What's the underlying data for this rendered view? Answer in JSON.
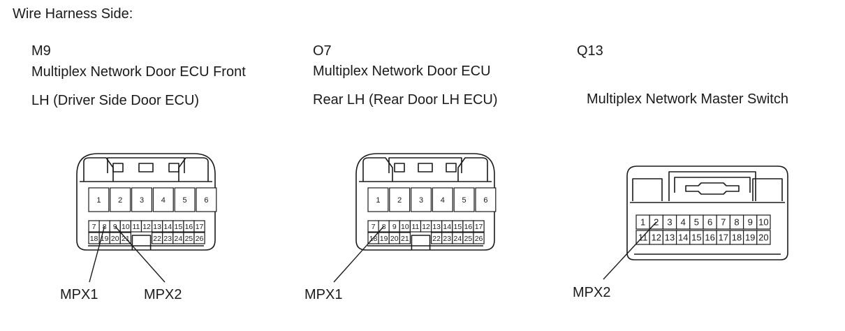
{
  "header": {
    "title": "Wire Harness Side:"
  },
  "connectors": [
    {
      "code": "M9",
      "name_line1": "Multiplex Network Door ECU Front",
      "name_line2": "LH (Driver Side Door ECU)",
      "pins_top": [
        "1",
        "2",
        "3",
        "4",
        "5",
        "6"
      ],
      "pins_mid": [
        "7",
        "8",
        "9",
        "10",
        "11",
        "12",
        "13",
        "14",
        "15",
        "16",
        "17"
      ],
      "pins_bottom_left": [
        "18",
        "19",
        "20",
        "21"
      ],
      "pins_bottom_right": [
        "22",
        "23",
        "24",
        "25",
        "26"
      ],
      "callouts": [
        {
          "label": "MPX1",
          "pin": "8"
        },
        {
          "label": "MPX2",
          "pin": "9"
        }
      ]
    },
    {
      "code": "O7",
      "name_line1": "Multiplex Network Door ECU",
      "name_line2": "Rear LH (Rear Door LH ECU)",
      "pins_top": [
        "1",
        "2",
        "3",
        "4",
        "5",
        "6"
      ],
      "pins_mid": [
        "7",
        "8",
        "9",
        "10",
        "11",
        "12",
        "13",
        "14",
        "15",
        "16",
        "17"
      ],
      "pins_bottom_left": [
        "18",
        "19",
        "20",
        "21"
      ],
      "pins_bottom_right": [
        "22",
        "23",
        "24",
        "25",
        "26"
      ],
      "callouts": [
        {
          "label": "MPX1",
          "pin": "8"
        }
      ]
    },
    {
      "code": "Q13",
      "name_line1": "",
      "name_line2": "Multiplex Network Master Switch",
      "pins_row1": [
        "1",
        "2",
        "3",
        "4",
        "5",
        "6",
        "7",
        "8",
        "9",
        "10"
      ],
      "pins_row2": [
        "11",
        "12",
        "13",
        "14",
        "15",
        "16",
        "17",
        "18",
        "19",
        "20"
      ],
      "callouts": [
        {
          "label": "MPX2",
          "pin": "2"
        }
      ]
    }
  ]
}
